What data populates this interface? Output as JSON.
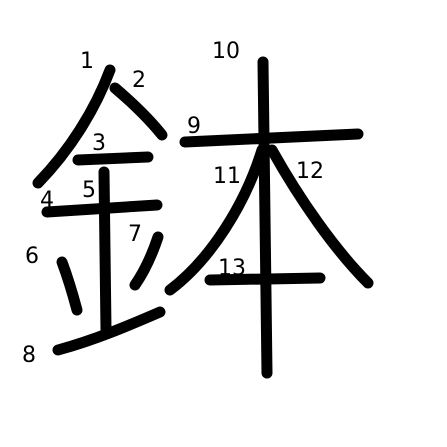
{
  "character": "鉢",
  "stroke_color": "#000000",
  "background": "#ffffff",
  "strokes": [
    {
      "id": 1,
      "label": "1"
    },
    {
      "id": 2,
      "label": "2"
    },
    {
      "id": 3,
      "label": "3"
    },
    {
      "id": 4,
      "label": "4"
    },
    {
      "id": 5,
      "label": "5"
    },
    {
      "id": 6,
      "label": "6"
    },
    {
      "id": 7,
      "label": "7"
    },
    {
      "id": 8,
      "label": "8"
    },
    {
      "id": 9,
      "label": "9"
    },
    {
      "id": 10,
      "label": "10"
    },
    {
      "id": 11,
      "label": "11"
    },
    {
      "id": 12,
      "label": "12"
    },
    {
      "id": 13,
      "label": "13"
    }
  ]
}
